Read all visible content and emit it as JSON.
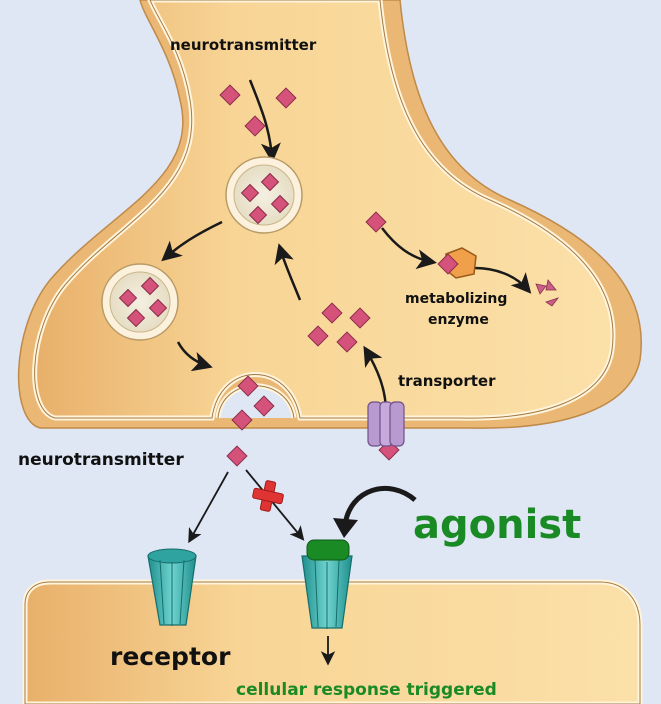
{
  "diagram": {
    "title": "Synapse with agonist",
    "labels": {
      "neurotransmitter_top": "neurotransmitter",
      "metabolizing_enzyme_line1": "metabolizing",
      "metabolizing_enzyme_line2": "enzyme",
      "transporter": "transporter",
      "neurotransmitter_cleft": "neurotransmitter",
      "agonist": "agonist",
      "receptor": "receptor",
      "cellular_response": "cellular response triggered"
    },
    "colors": {
      "background": "#dfe6f4",
      "neuron_fill": "#f8d596",
      "neuron_inner": "#fbe2b0",
      "membrane": "#fff4dc",
      "neurotransmitter": "#d5527a",
      "enzyme": "#f0a04a",
      "transporter": "#b99ad0",
      "receptor": "#3fb3b0",
      "agonist": "#1a8a24",
      "block_cross": "#e03434"
    }
  }
}
